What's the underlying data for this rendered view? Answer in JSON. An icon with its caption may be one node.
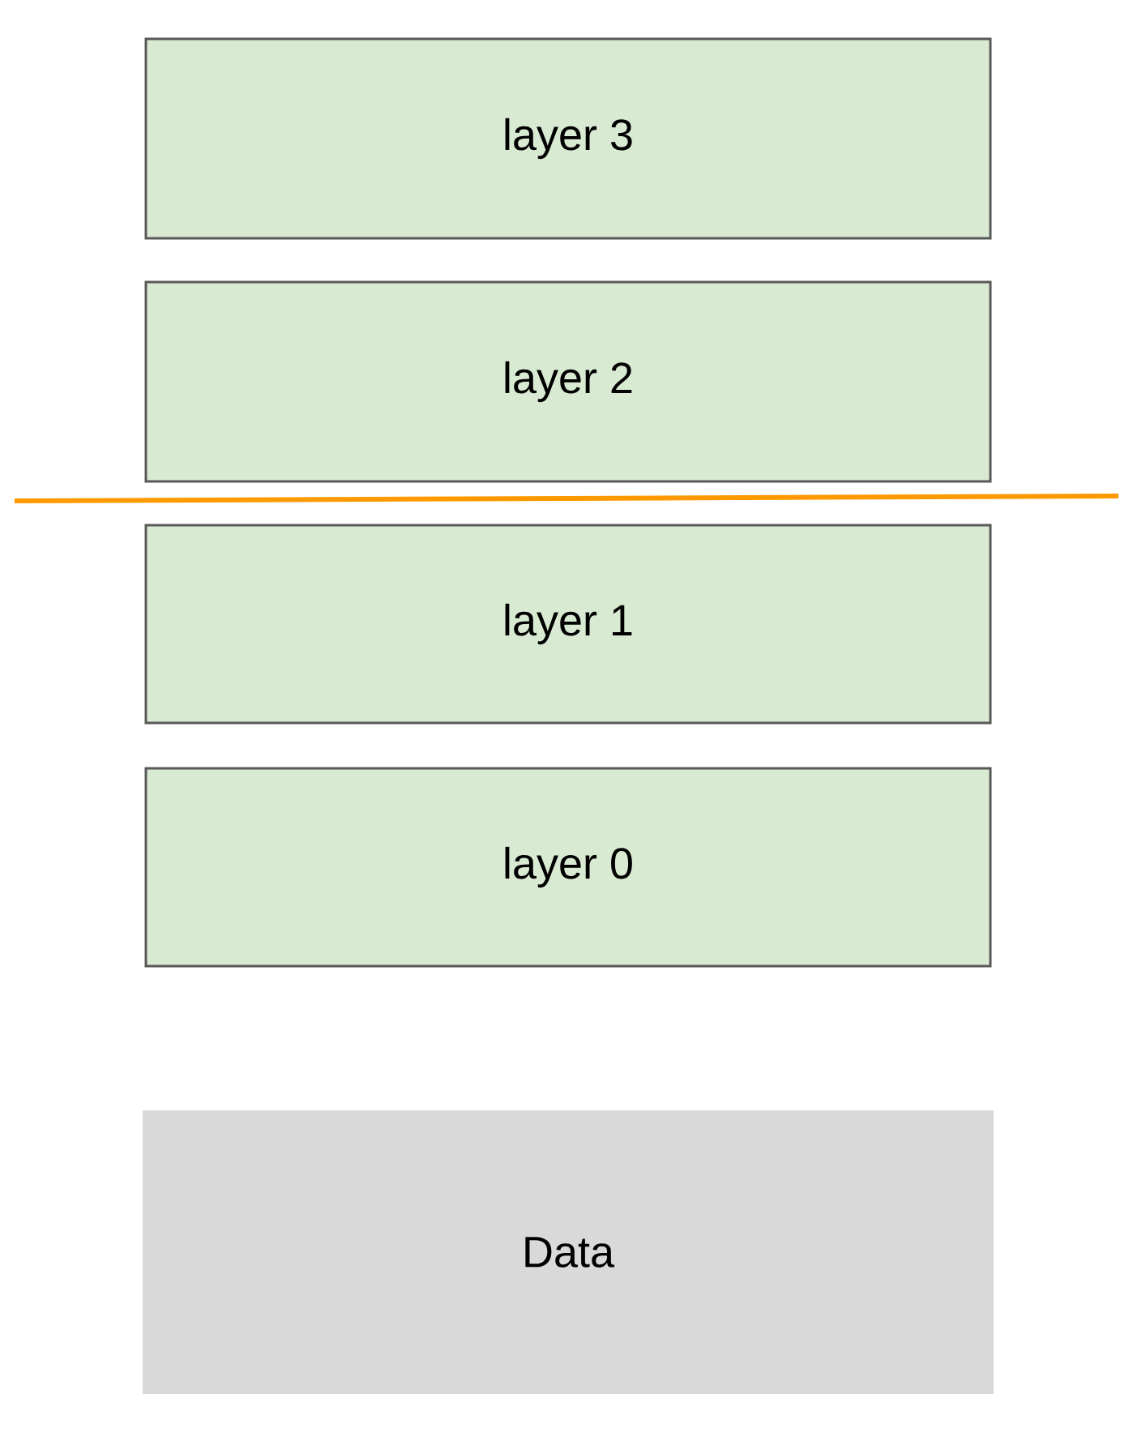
{
  "diagram": {
    "nodes": [
      {
        "text": [
          "layer 3"
        ]
      },
      {
        "text": [
          "layer 2"
        ]
      },
      {
        "text": [
          "layer 1"
        ]
      },
      {
        "text": [
          "layer 0"
        ]
      },
      {
        "text": [
          "Data"
        ]
      }
    ]
  }
}
